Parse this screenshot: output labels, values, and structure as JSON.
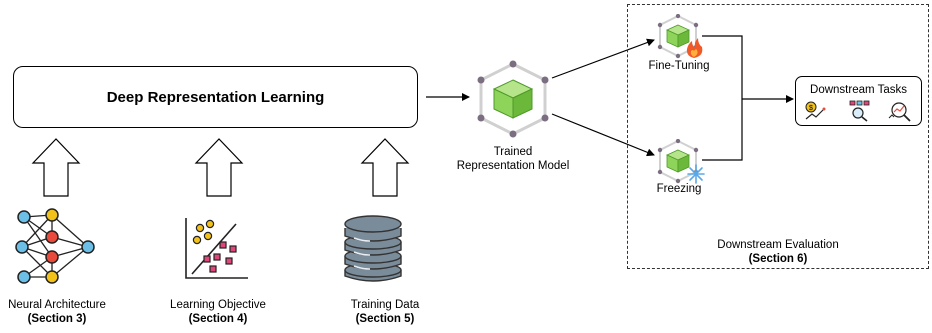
{
  "main_block": {
    "label": "Deep Representation Learning"
  },
  "inputs": [
    {
      "name": "Neural Architecture",
      "section": "(Section 3)"
    },
    {
      "name": "Learning Objective",
      "section": "(Section 4)"
    },
    {
      "name": "Training Data",
      "section": "(Section 5)"
    }
  ],
  "model": {
    "line1": "Trained",
    "line2": "Representation Model"
  },
  "strategies": {
    "fine_tuning": "Fine-Tuning",
    "freezing": "Freezing"
  },
  "downstream_tasks": {
    "label": "Downstream Tasks"
  },
  "evaluation": {
    "label": "Downstream Evaluation",
    "section": "(Section 6)"
  },
  "colors": {
    "cube": "#8fd45a",
    "cube_dark": "#6bb83a",
    "hex_stroke": "#d0d0d0",
    "node": "#7b6e80",
    "db": "#7a8b99",
    "fire": "#f05a28",
    "ice": "#5aa9e6"
  }
}
